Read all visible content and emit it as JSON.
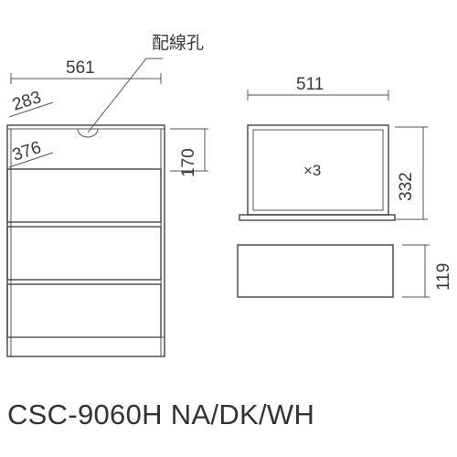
{
  "cabinet": {
    "hole_label": "配線孔",
    "dims": {
      "width": "561",
      "depth_top": "283",
      "depth_inner": "376",
      "drawer_height": "170"
    }
  },
  "drawer_view": {
    "width": "511",
    "depth": "332",
    "count": "×3"
  },
  "drawer_front": {
    "height": "119"
  },
  "model_name": "CSC-9060H NA/DK/WH"
}
